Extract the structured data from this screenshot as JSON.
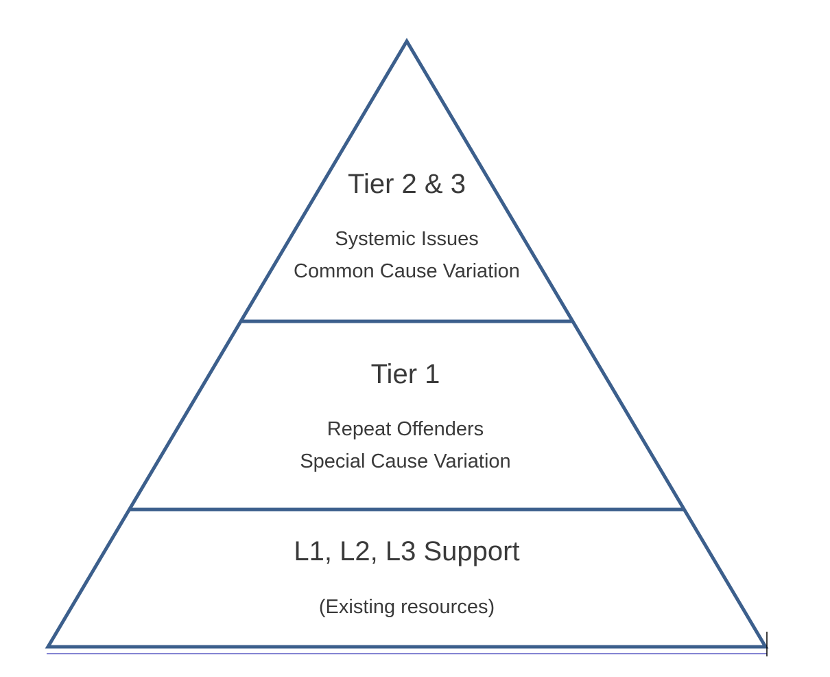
{
  "colors": {
    "outline": "#3c5f8c",
    "baseline": "#5b5bc4",
    "text": "#3a3a3a",
    "background": "#ffffff"
  },
  "tiers": [
    {
      "title": "Tier 2 & 3",
      "lines": [
        "Systemic Issues",
        "Common Cause Variation"
      ]
    },
    {
      "title": "Tier 1",
      "lines": [
        "Repeat Offenders",
        "Special Cause Variation"
      ]
    },
    {
      "title": "L1, L2, L3 Support",
      "lines": [
        "(Existing resources)"
      ]
    }
  ]
}
